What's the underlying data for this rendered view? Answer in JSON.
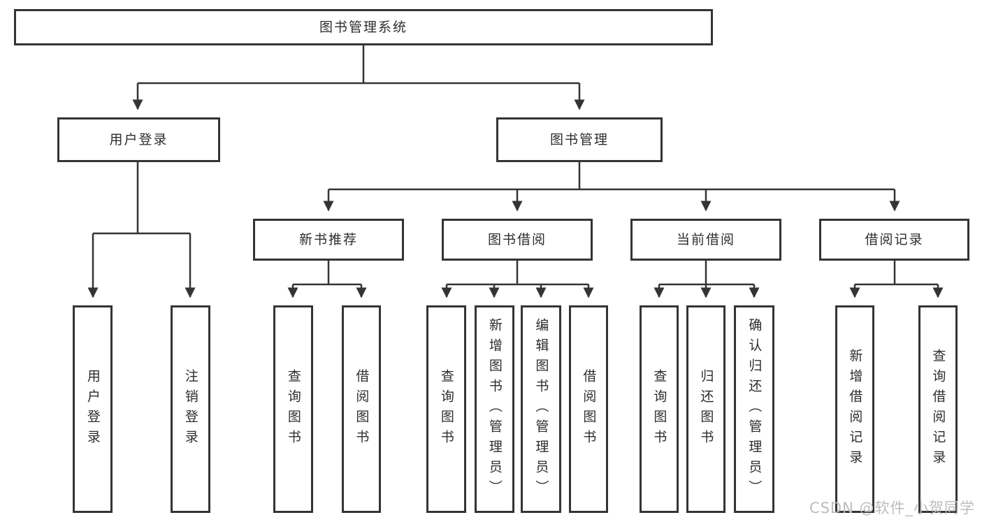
{
  "diagram": {
    "root": {
      "label": "图书管理系统"
    },
    "level2": [
      {
        "id": "user-login",
        "label": "用户登录"
      },
      {
        "id": "book-management",
        "label": "图书管理"
      }
    ],
    "level3": [
      {
        "id": "new-book-recommend",
        "label": "新书推荐"
      },
      {
        "id": "book-borrowing",
        "label": "图书借阅"
      },
      {
        "id": "current-borrowing",
        "label": "当前借阅"
      },
      {
        "id": "borrowing-records",
        "label": "借阅记录"
      }
    ],
    "leaves": {
      "user_login": [
        "用户登录",
        "注销登录"
      ],
      "new_book_recommend": [
        "查询图书",
        "借阅图书"
      ],
      "book_borrowing": [
        "查询图书",
        "新增图书（管理员）",
        "编辑图书（管理员）",
        "借阅图书"
      ],
      "current_borrowing": [
        "查询图书",
        "归还图书",
        "确认归还（管理员）"
      ],
      "borrowing_records": [
        "新增借阅记录",
        "查询借阅记录"
      ]
    }
  },
  "watermark": "CSDN @软件_小贺同学",
  "colors": {
    "line": "#343434",
    "box_border": "#343434",
    "text": "#2d2d2d",
    "watermark": "#bcbcbc",
    "background": "#ffffff"
  }
}
